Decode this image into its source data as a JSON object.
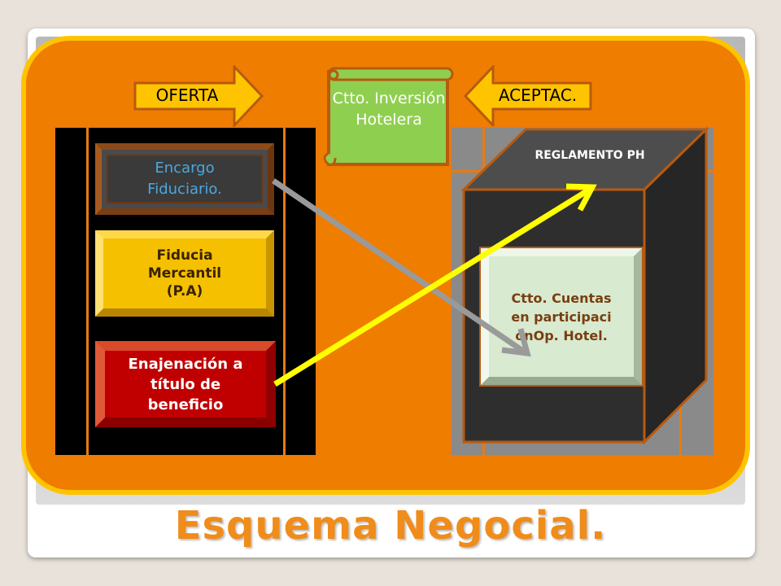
{
  "diagram": {
    "left_stack": {
      "encargo": "Encargo Fiduciario.",
      "fiducia": "Fiducia Mercantil (P.A)",
      "enajenacion": "Enajenación a título de beneficio"
    },
    "arrows": {
      "oferta": "OFERTA",
      "aceptac": "ACEPTAC."
    },
    "scroll": "Ctto. Inversión Hotelera",
    "cube": {
      "top_label": "REGLAMENTO PH",
      "inner_label": "Ctto. Cuentas en participaci ónOp. Hotel."
    },
    "title": "Esquema Negocial.",
    "colors": {
      "orange": "#ef7d00",
      "yellow_border": "#ffc400",
      "connector_gray": "#9a9a9a",
      "connector_yellow": "#ffff00",
      "scroll_green": "#8fcf4f",
      "title_orange": "#f08c1a"
    }
  }
}
